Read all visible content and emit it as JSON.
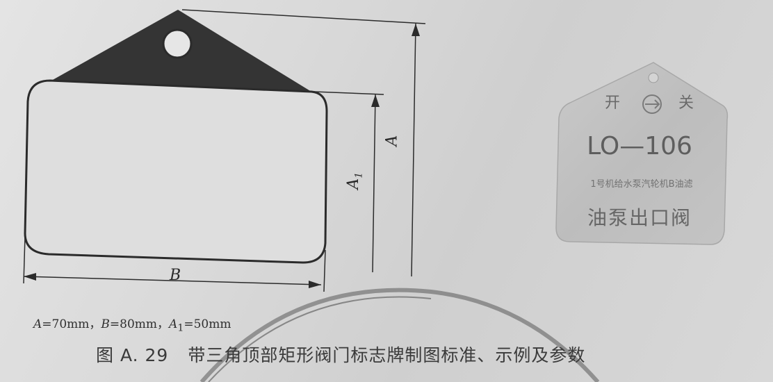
{
  "drawing": {
    "dimensions": {
      "a_label": "A",
      "a1_label": "A",
      "a1_subscript": "1",
      "b_label": "B"
    },
    "parameters": {
      "a_var": "A",
      "a_value": "=70mm，",
      "b_var": "B",
      "b_value": "=80mm，",
      "a1_var": "A",
      "a1_sub": "1",
      "a1_value": "=50mm"
    }
  },
  "sample_tag": {
    "open_label": "开",
    "close_label": "关",
    "code": "LO—106",
    "description": "1号机给水泵汽轮机B油滤",
    "name": "油泵出口阀"
  },
  "caption": {
    "number": "图 A. 29",
    "title": "带三角顶部矩形阀门标志牌制图标准、示例及参数"
  },
  "colors": {
    "triangle_fill": "#343434",
    "outline": "#2b2b2b",
    "tag_body": "#bdbdbd"
  }
}
